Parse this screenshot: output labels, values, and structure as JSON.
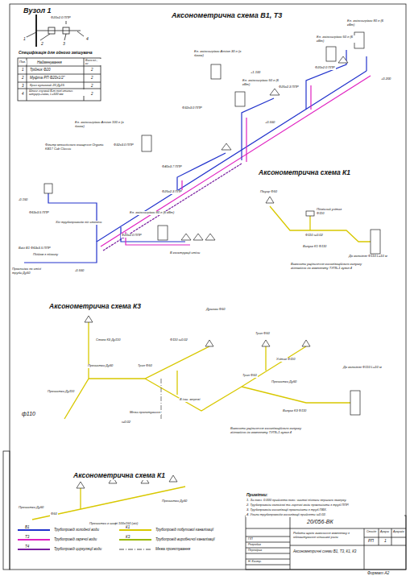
{
  "diagram": {
    "labels": [
      "Вузол 1",
      "Ф20х2.0 ППР",
      "1",
      "2",
      "3",
      "4",
      "Специфікація для одного змішувача",
      "Поз.",
      "Найменування",
      "Вага од., кг",
      "1",
      "Трійник Ф20",
      "2",
      "2",
      "Муфта РП Ф20х1/2\"",
      "2",
      "3",
      "Кран кульовий 20 Ду15",
      "2",
      "4",
      "Шланг гнучкий В-т полі стальн. штуцер-гайка, L=500 мм",
      "2",
      "Аксонометрична схема В1, Т3",
      "Ел. водонагрівач 80 л (6 кВт)",
      "Ел. водонагрівач 50 л (6 кВт)",
      "Ел. водонагрівач Ariston 30 л (в бачок)",
      "Ел. водонагрівач 50 л (6 кВт)",
      "Ел. водонагрівач Ariston 100 л (в бачок)",
      "Ел. водонагрівач 80 л (6 кВт)",
      "Фільтр механічного очищення Organic KB17 Cab Classic",
      "Ф20х2.0 ППР",
      "Ф25х2.3 ППР",
      "Ф32х3.0 ППР",
      "Ф32х3.0 ППР",
      "Ф40х3.7 ППР",
      "Ф25х2.3 ППР",
      "Ф20х2.0 ППР",
      "Ф63х3.5 ППР",
      "Хід трубопроводів під стелею",
      "Ввід В1 Ф63х3.5 ППР",
      "Підйом з підвалу",
      "Прокладка по стіні труби Ду50",
      "+1.100",
      "+0.550",
      "+0.200",
      "-0.150",
      "-0.550",
      "В конструкції стіни",
      "Аксонометрична схема К1",
      "Пісуар Ф50",
      "Підвісний унітаз Ф110",
      "Ф110 i=0.02",
      "До колодязя Ф110 L=10 м",
      "Випуск К1 Ф110",
      "Виконати ущільнення каналізаційного випуску відповідно до комплекту ТУП5-1 вузол 4",
      "Аксонометрична схема К3",
      "Душова Ф50",
      "Стояк К3 Ду110",
      "Прочистка Ду110",
      "ф110",
      "Прочистка Ду50",
      "Трап Ф50",
      "В інш. мережі",
      "Трап Ф50",
      "Трап Ф50",
      "Унітаз Ф110",
      "Прочистка Ду50",
      "Випуск К3 Ф110",
      "До колодязя Ф110 L=10 м",
      "Виконати ущільнення каналізаційного випуску відповідно до комплекту ТУП5-1 вузол 4",
      "Межа проектування",
      "i=0.02",
      "Ф110 i=0.02",
      "Аксонометрична схема К1",
      "Прочистка Ду50",
      "Ф50",
      "Прочистка в шафі 100х150 (від)",
      "Прочистка Ду50",
      "Примітки:",
      "1. За позн. 0.000 прийнято позн. чистої підлоги першого поверху.",
      "2. Трубопроводи холодної та гарячої води прокладати з труб ППР.",
      "3. Трубопроводи каналізації прокладати з труб ПВХ.",
      "4. Ухили трубопроводів каналізації прийняти i=0.02.",
      "20/056-ВК",
      "Роботи щодо виконання комплексу з облаштування сільської ради",
      "Стадія",
      "Аркуш",
      "Аркушів",
      "РП",
      "1",
      "Аксонометричні схеми В1, Т3, К1, К3",
      "ГІП",
      "Розробив",
      "Перевірив",
      "Н. Контр.",
      "Формат А2",
      "В1",
      "Т3",
      "Т4",
      "К1",
      "К3"
    ],
    "legend": [
      {
        "text": "Трубопровід холодної води",
        "color": "#2233cc"
      },
      {
        "text": "Трубопровід гарячої води",
        "color": "#e020c0"
      },
      {
        "text": "Трубопровід циркуляції води",
        "color": "#7a1fa0"
      },
      {
        "text": "Трубопровід побутової каналізації",
        "color": "#d8c800"
      },
      {
        "text": "Трубопровід виробничої каналізації",
        "color": "#9ab800"
      },
      {
        "text": "Межа проектування"
      }
    ]
  }
}
